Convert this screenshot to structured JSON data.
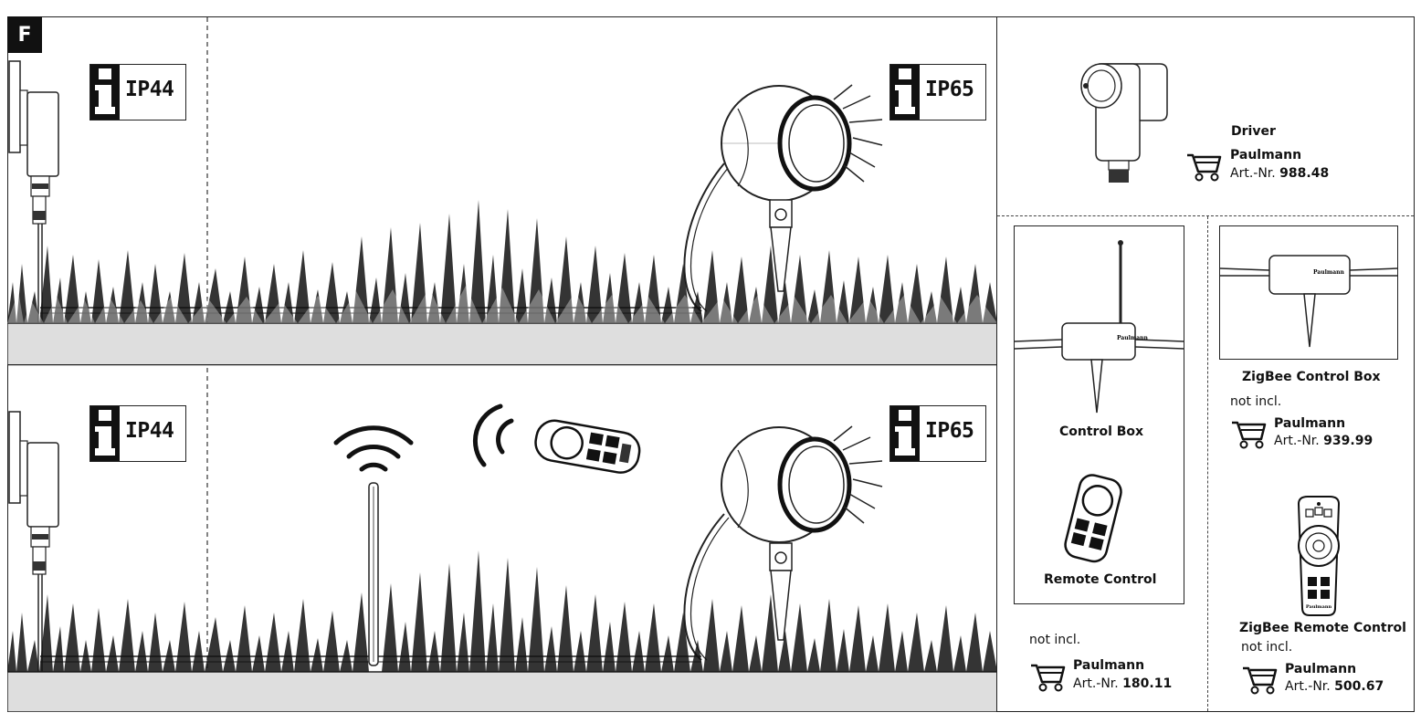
{
  "figure_label": "F",
  "scene_top": {
    "badge_left": "IP44",
    "badge_right": "IP65"
  },
  "scene_bottom": {
    "badge_left": "IP44",
    "badge_right": "IP65"
  },
  "accessories": {
    "driver": {
      "name": "Driver",
      "brand": "Paulmann",
      "art_prefix": "Art.-Nr.",
      "art_no": "988.48"
    },
    "control_box": {
      "name": "Control Box"
    },
    "remote_control": {
      "name": "Remote Control"
    },
    "paulmann_kit": {
      "note": "not incl.",
      "brand": "Paulmann",
      "art_prefix": "Art.-Nr.",
      "art_no": "180.11"
    },
    "zigbee_box": {
      "name": "ZigBee Control Box",
      "note": "not incl.",
      "brand": "Paulmann",
      "art_prefix": "Art.-Nr.",
      "art_no": "939.99"
    },
    "zigbee_remote": {
      "name": "ZigBee Remote Control",
      "note": "not incl.",
      "brand": "Paulmann",
      "art_prefix": "Art.-Nr.",
      "art_no": "500.67"
    },
    "device_brand_mark": "Paulmann"
  },
  "icons": [
    "info-icon",
    "shopping-cart-icon",
    "wifi-signal-icon",
    "radio-signal-icon",
    "light-rays-icon"
  ]
}
